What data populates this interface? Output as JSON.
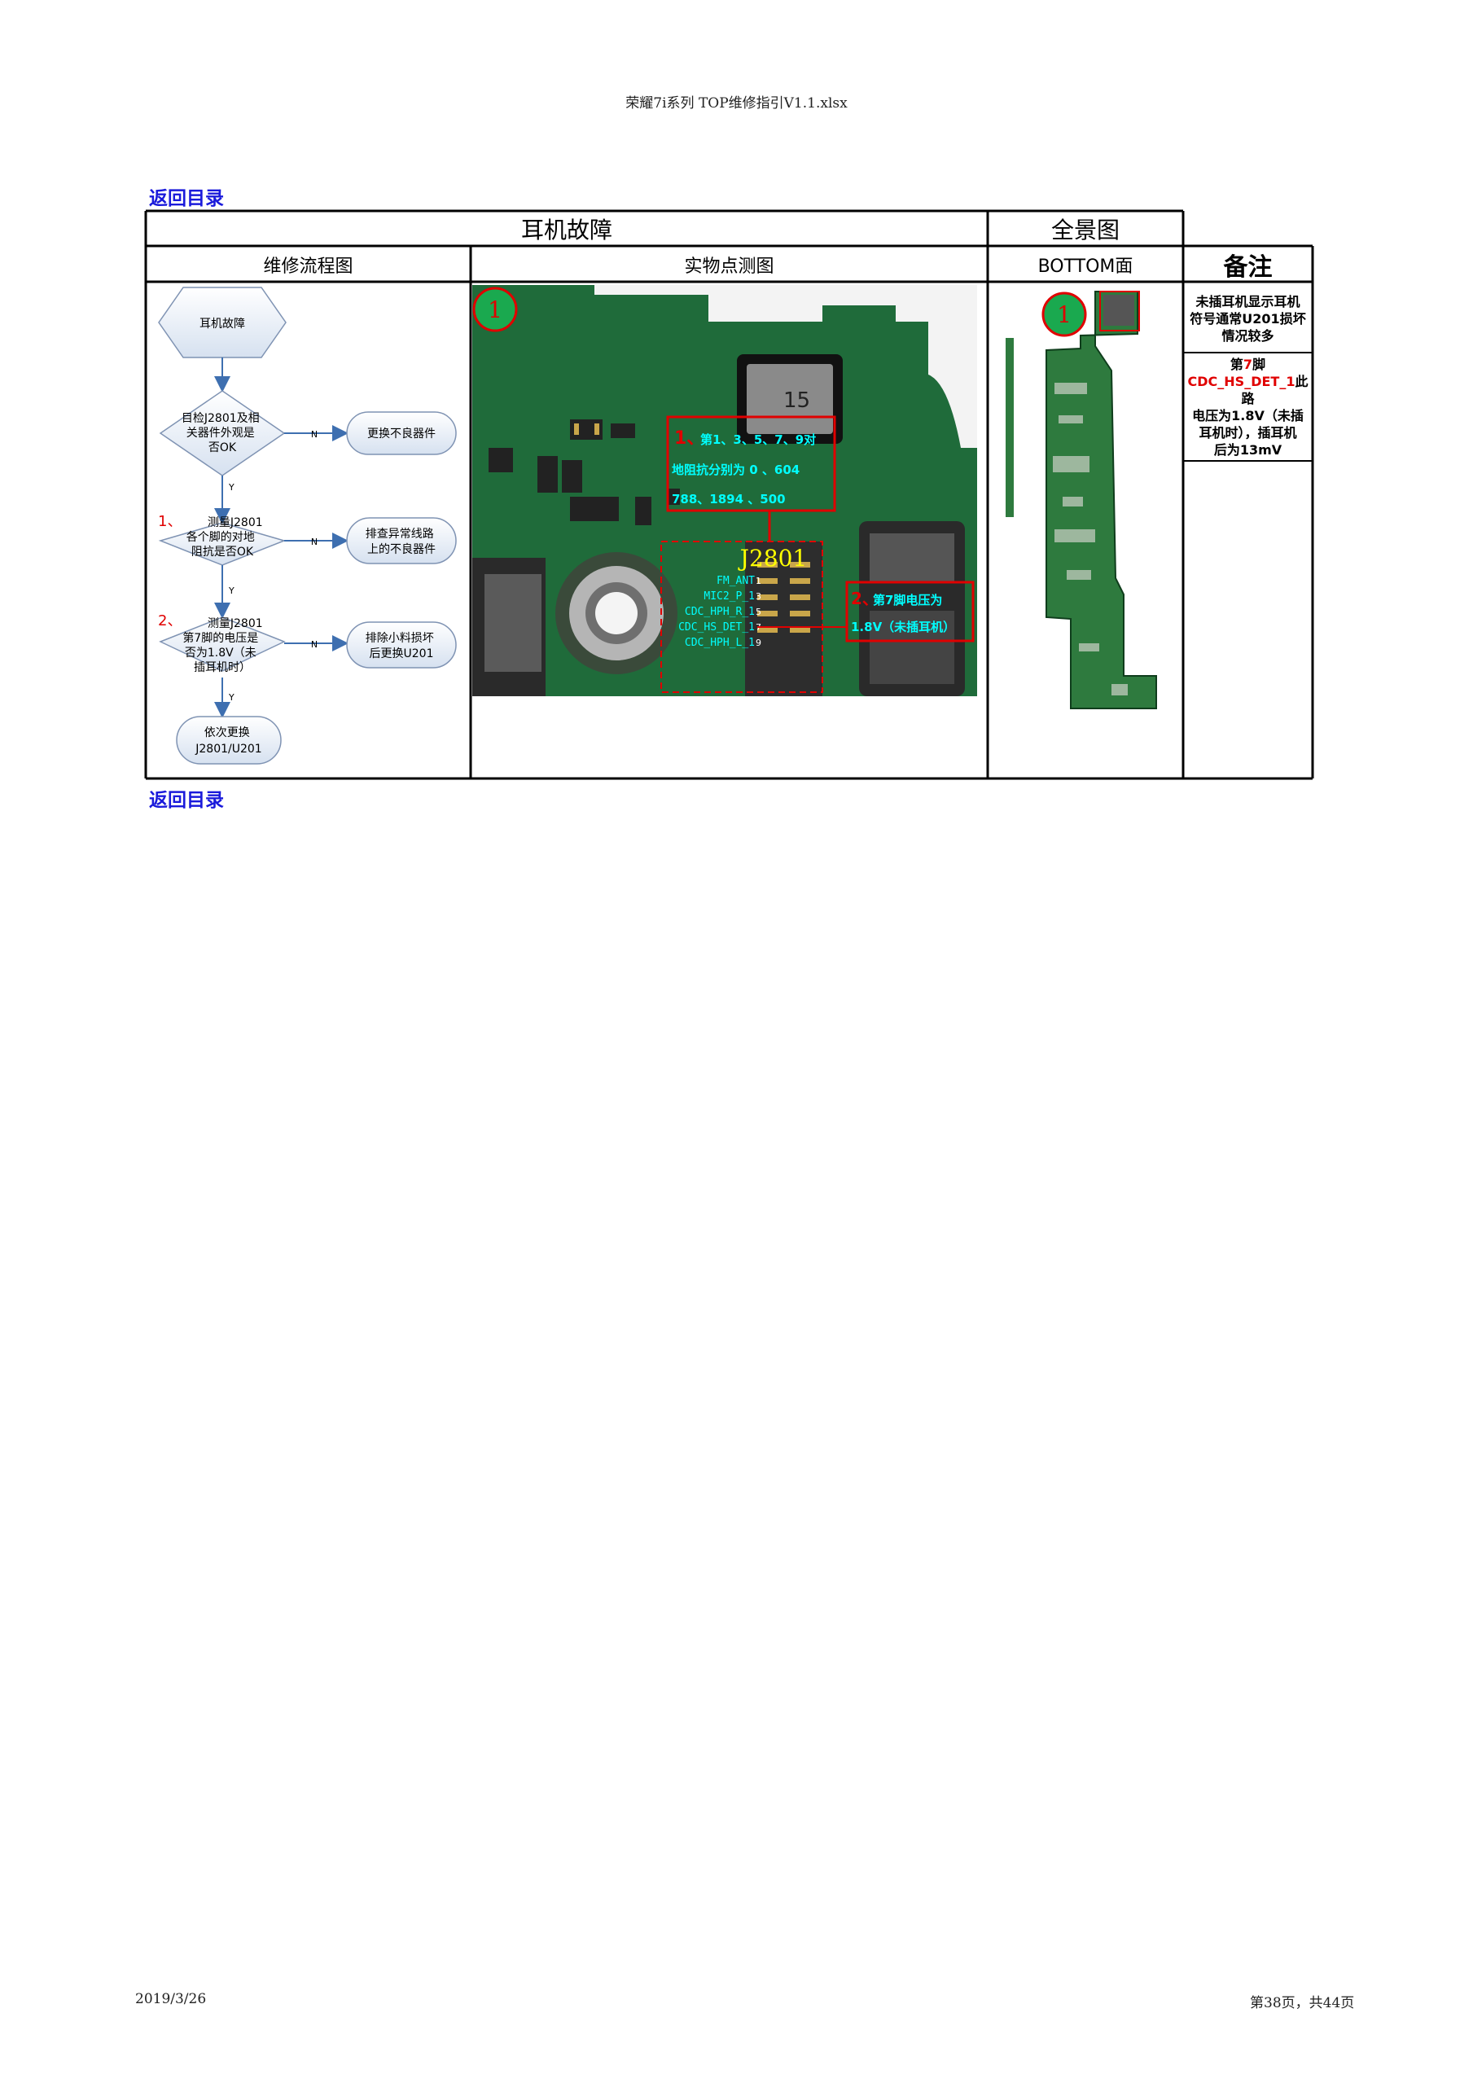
{
  "header": {
    "file_title": "荣耀7i系列 TOP维修指引V1.1.xlsx"
  },
  "nav": {
    "back_top": "返回目录",
    "back_bottom": "返回目录"
  },
  "table": {
    "title": "耳机故障",
    "panorama_title": "全景图",
    "col_flow": "维修流程图",
    "col_photo": "实物点测图",
    "col_bottom": "BOTTOM面",
    "col_notes": "备注"
  },
  "flowchart": {
    "start": "耳机故障",
    "check1": [
      "目检J2801及相",
      "关器件外观是",
      "否OK"
    ],
    "fix1": "更换不良器件",
    "check2_num": "1、",
    "check2": [
      "测量J2801",
      "各个脚的对地",
      "阻抗是否OK"
    ],
    "fix2": [
      "排查异常线路",
      "上的不良器件"
    ],
    "check3_num": "2、",
    "check3": [
      "测量J2801",
      "第7脚的电压是",
      "否为1.8V（未",
      "插耳机时）"
    ],
    "fix3": [
      "排除小料损坏",
      "后更换U201"
    ],
    "end": [
      "依次更换",
      "J2801/U201"
    ],
    "yes": "Y",
    "no": "N"
  },
  "photo": {
    "marker": "1",
    "callout1_num": "1、",
    "callout1_line1": "第1、3、5、7、9对",
    "callout1_line2": "地阻抗分别为 0 、604",
    "callout1_line3": "788、1894 、500",
    "chip_label": "J2801",
    "component_marking": "15",
    "pins": [
      "FM_ANT",
      "MIC2_P_1",
      "CDC_HPH_R_1",
      "CDC_HS_DET_1",
      "CDC_HPH_L_1"
    ],
    "pin_numbers": [
      "1",
      "3",
      "5",
      "7",
      "9"
    ],
    "callout2_num": "2、",
    "callout2_line1": "第7脚电压为",
    "callout2_line2": "1.8V（未插耳机）"
  },
  "bottom_view": {
    "marker": "1"
  },
  "notes": {
    "note1": [
      "未插耳机显示耳机",
      "符号通常U201损坏",
      "情况较多"
    ],
    "note2_prefix": "第",
    "note2_pin": "7",
    "note2_pin_suffix": "脚",
    "note2_net": "CDC_HS_DET_1",
    "note2_after_net": "此路",
    "note2_rest": [
      "电压为1.8V（未插",
      "耳机时），插耳机",
      "后为13mV"
    ]
  },
  "footer": {
    "date": "2019/3/26",
    "page": "第38页，共44页"
  },
  "colors": {
    "link": "#1a1adb",
    "highlight": "#e00000",
    "pcb": "#1f6b3a",
    "label_cyan": "#00ffff",
    "chip_label": "#ffff00"
  }
}
